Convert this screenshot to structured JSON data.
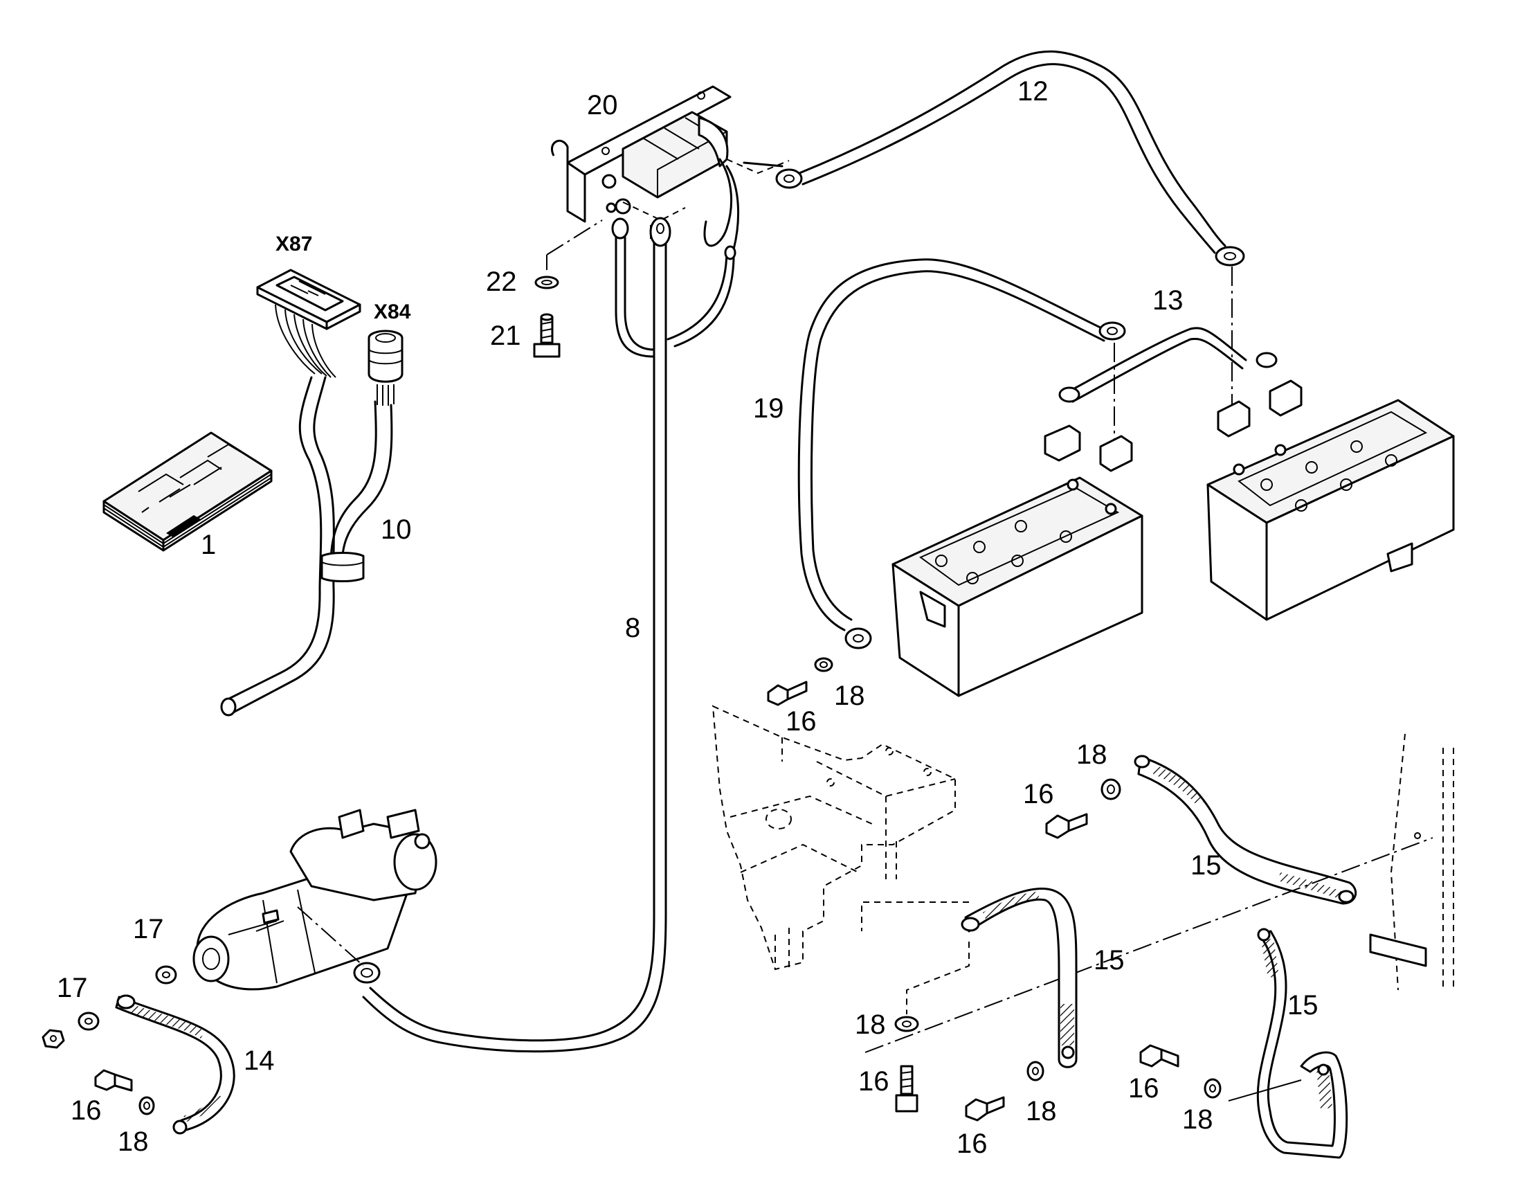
{
  "connectors": {
    "x87": "X87",
    "x84": "X84"
  },
  "callouts": {
    "p1": "1",
    "p8": "8",
    "p10": "10",
    "p12": "12",
    "p13": "13",
    "p14": "14",
    "p15a": "15",
    "p15b": "15",
    "p15c": "15",
    "p16a": "16",
    "p16b": "16",
    "p16c": "16",
    "p16d": "16",
    "p16e": "16",
    "p16f": "16",
    "p17a": "17",
    "p17b": "17",
    "p18a": "18",
    "p18b": "18",
    "p18c": "18",
    "p18d": "18",
    "p18e": "18",
    "p18f": "18",
    "p19": "19",
    "p20": "20",
    "p21": "21",
    "p22": "22"
  }
}
